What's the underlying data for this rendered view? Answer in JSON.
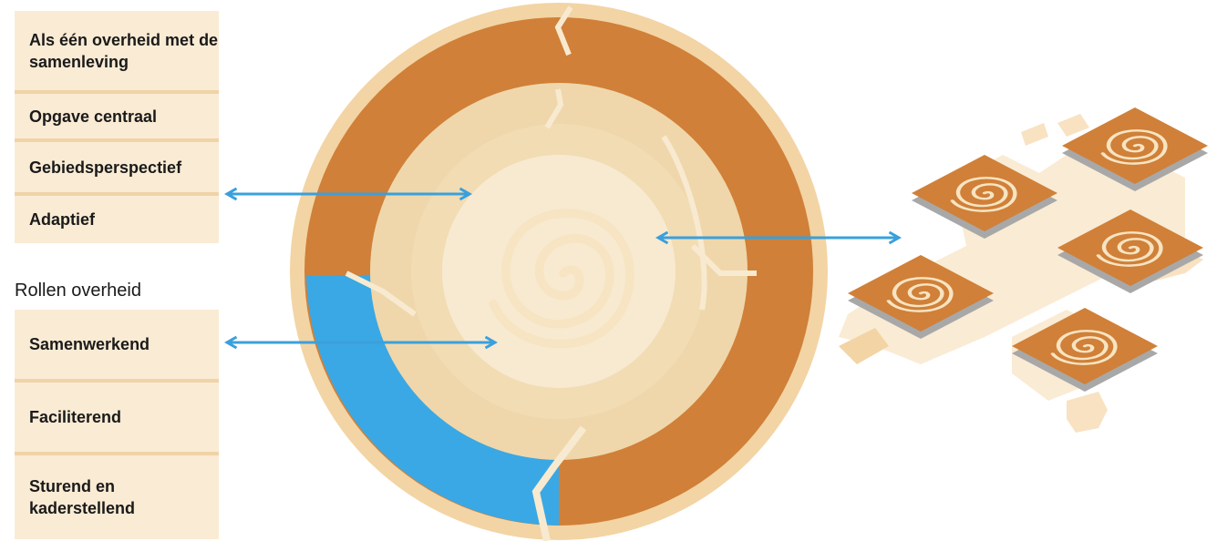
{
  "principles": {
    "items": [
      {
        "label": "Als één overheid met de samenleving"
      },
      {
        "label": "Opgave centraal"
      },
      {
        "label": "Gebiedsperspectief"
      },
      {
        "label": "Adaptief"
      }
    ]
  },
  "roles": {
    "heading": "Rollen overheid",
    "items": [
      {
        "label": "Samenwerkend"
      },
      {
        "label": "Faciliterend"
      },
      {
        "label": "Sturend en kaderstellend"
      }
    ]
  },
  "colors": {
    "panel": "#faebd4",
    "separator": "#f0d3a6",
    "orange": "#d08038",
    "blue": "#3aa8e4",
    "ring_outer": "#f3d4a4",
    "ring_light": "#efd7ab",
    "core": "#f8ead0",
    "arrow": "#3aa0dc",
    "tile_shadow": "#a8a8a8"
  },
  "icons": [
    "double-arrow-icon",
    "spiral-icon"
  ]
}
